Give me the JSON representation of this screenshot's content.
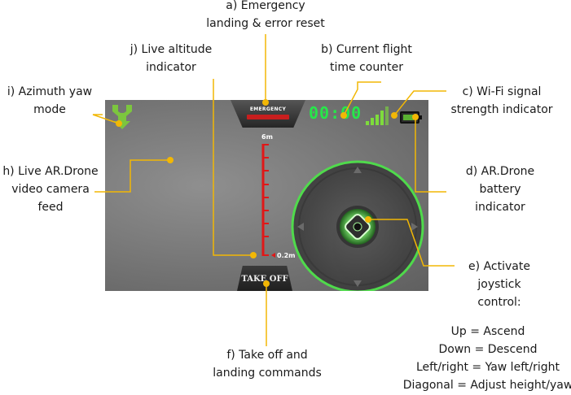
{
  "labels": {
    "a": [
      "a) Emergency",
      "landing & error reset"
    ],
    "b": [
      "b) Current flight",
      "time counter"
    ],
    "c": [
      "c) Wi-Fi signal",
      "strength indicator"
    ],
    "d": [
      "d) AR.Drone",
      "battery",
      "indicator"
    ],
    "e": [
      "e) Activate",
      "joystick",
      "control:"
    ],
    "f": [
      "f) Take off and",
      "landing commands"
    ],
    "h": [
      "h) Live AR.Drone",
      "video camera",
      "feed"
    ],
    "i": [
      "i) Azimuth yaw",
      "mode"
    ],
    "j": [
      "j) Live altitude",
      "indicator"
    ]
  },
  "legend": [
    "Up = Ascend",
    "Down = Descend",
    "Left/right = Yaw left/right",
    "Diagonal = Adjust height/yaw"
  ],
  "screen": {
    "emergency_label": "EMERGENCY",
    "timer": "00:00",
    "takeoff_label": "TAKE OFF",
    "altitude_max": "6m",
    "altitude_min": "0.2m"
  },
  "colors": {
    "callout_line": "#f2b705",
    "timer_green": "#27e64a",
    "joystick_green": "#4ee04a",
    "altitude_red": "#e01818"
  },
  "icons": [
    "yaw-mode-icon",
    "wifi-signal-icon",
    "battery-icon",
    "joystick-arrow-icons"
  ]
}
